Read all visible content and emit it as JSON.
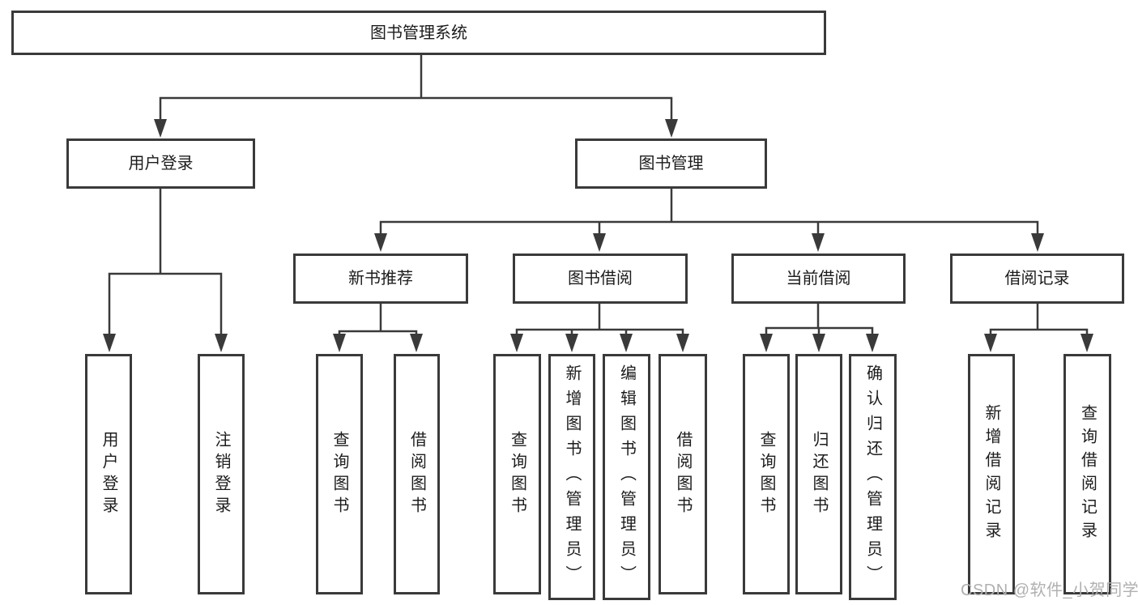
{
  "colors": {
    "line": "#3a3a3a",
    "text": "#1c1c1c",
    "watermark": "#b0b0b0",
    "background": "#ffffff"
  },
  "nodes": {
    "root": "图书管理系统",
    "user_login": "用户登录",
    "book_mgmt": "图书管理",
    "new_book_rec": "新书推荐",
    "book_borrow": "图书借阅",
    "current_borrow": "当前借阅",
    "borrow_record": "借阅记录",
    "leaf_user_login": "用户登录",
    "leaf_logout": "注销登录",
    "leaf_query_book_a": "查询图书",
    "leaf_borrow_book_a": "借阅图书",
    "leaf_query_book_b": "查询图书",
    "leaf_add_book": "新增图书（管理员）",
    "leaf_edit_book": "编辑图书（管理员）",
    "leaf_borrow_book_b": "借阅图书",
    "leaf_query_book_c": "查询图书",
    "leaf_return_book": "归还图书",
    "leaf_confirm_return": "确认归还（管理员）",
    "leaf_add_record": "新增借阅记录",
    "leaf_query_record": "查询借阅记录"
  },
  "watermark": "CSDN @软件_小贺同学"
}
